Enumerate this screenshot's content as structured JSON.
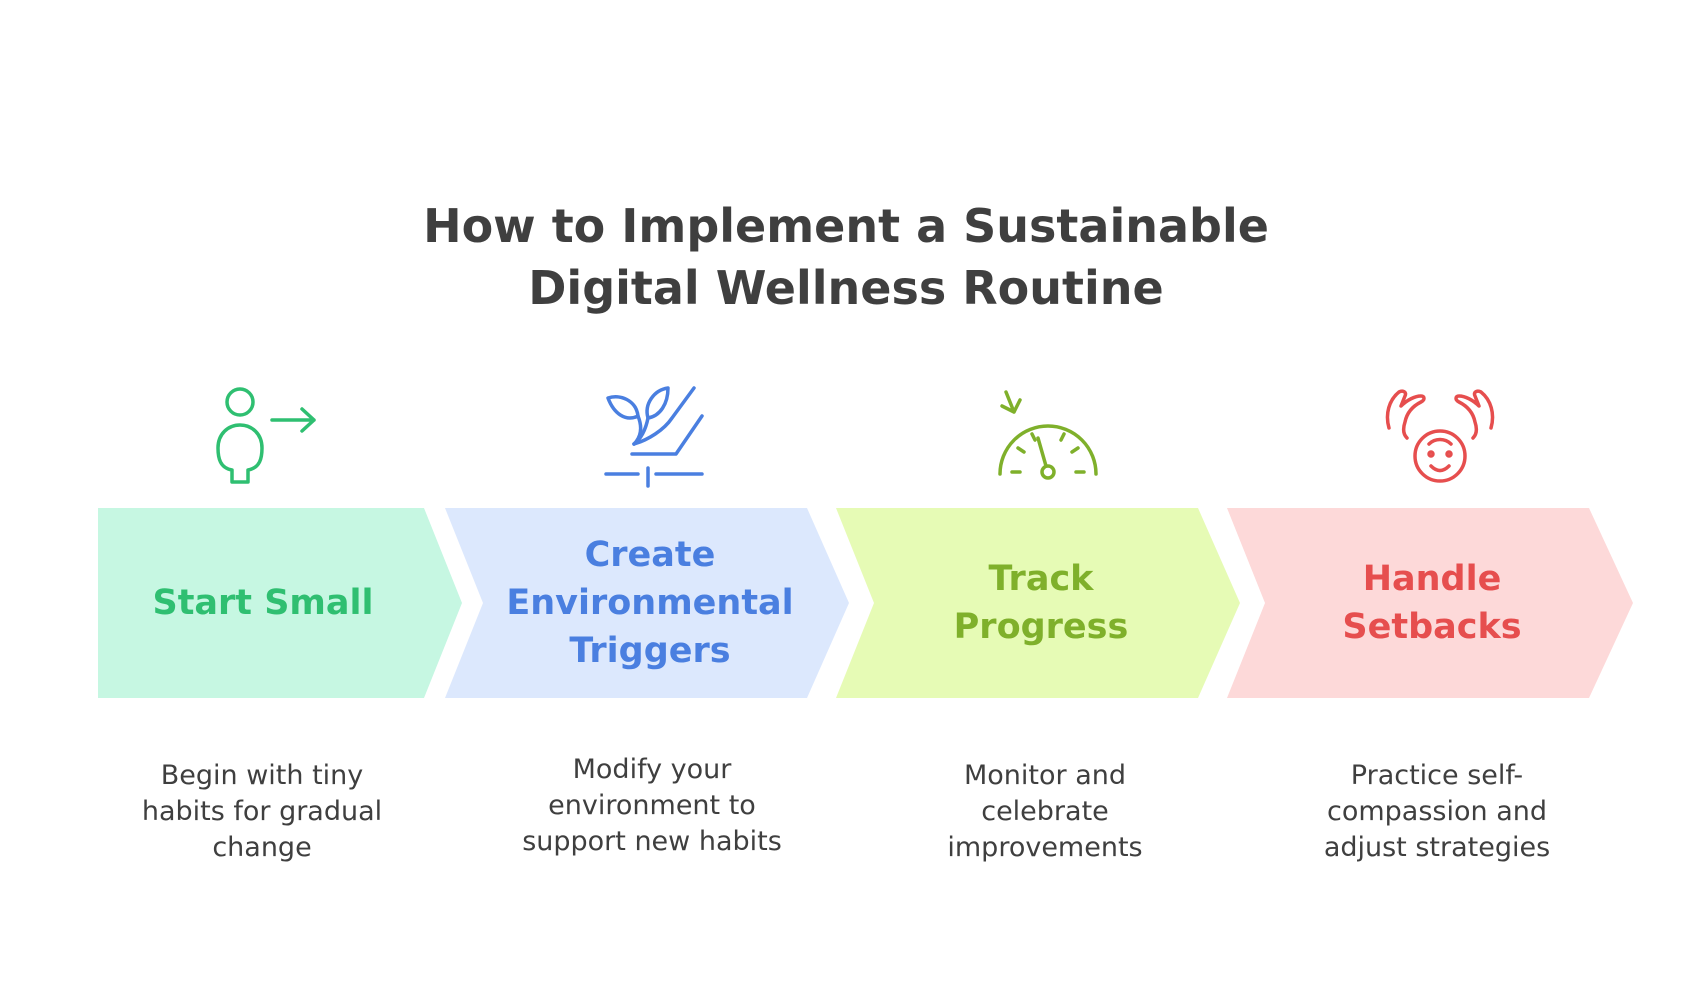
{
  "title": {
    "line1": "How to Implement a Sustainable",
    "line2": "Digital Wellness Routine"
  },
  "steps": [
    {
      "label": "Start Small",
      "description": "Begin with tiny habits for gradual change",
      "icon": "person-arrow-icon",
      "fill": "#c6f7e2",
      "color": "#2fbf71"
    },
    {
      "label": "Create Environmental Triggers",
      "description": "Modify your environment to support new habits",
      "icon": "plant-growth-icon",
      "fill": "#dce8fd",
      "color": "#4a7fe0"
    },
    {
      "label": "Track Progress",
      "description": "Monitor and celebrate improvements",
      "icon": "gauge-icon",
      "fill": "#e6fbb5",
      "color": "#7fb02b"
    },
    {
      "label": "Handle Setbacks",
      "description": "Practice self-compassion and adjust strategies",
      "icon": "caring-hands-icon",
      "fill": "#fdd9d9",
      "color": "#e64e4e"
    }
  ]
}
